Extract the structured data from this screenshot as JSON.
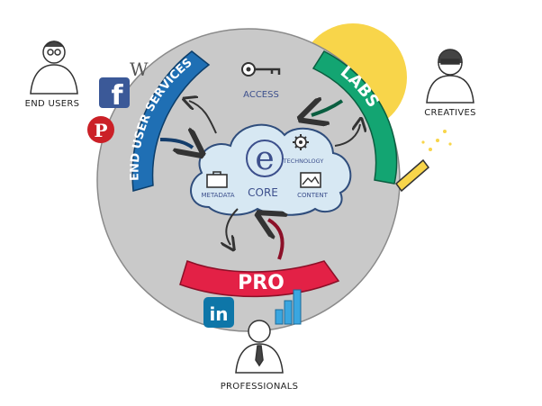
{
  "title": "",
  "core": {
    "label": "CORE",
    "letter": "e"
  },
  "cloud_items": {
    "metadata": "METADATA",
    "technology": "TECHNOLOGY",
    "content": "CONTENT"
  },
  "access": {
    "label": "ACCESS"
  },
  "bands": {
    "end_user_services": "END USER SERVICES",
    "labs": "LABS",
    "pro": "PRO"
  },
  "audiences": {
    "end_users": "END USERS",
    "creatives": "CREATIVES",
    "professionals": "PROFESSIONALS"
  },
  "logos": {
    "wikipedia": "W",
    "facebook": "f",
    "pinterest": "P",
    "linkedin": "in"
  },
  "colors": {
    "circle": "#c9c9c9",
    "cloud": "#d7e8f3",
    "blue_band": "#1f6fb4",
    "green_band": "#13a572",
    "red_band": "#e32146",
    "sun": "#f8d54a",
    "facebook": "#3b5998",
    "pinterest": "#cb2027",
    "linkedin": "#0e76a8",
    "chart": "#3aa6e0"
  },
  "icons": [
    "key-icon",
    "gear-icon",
    "briefcase-icon",
    "image-icon",
    "bar-chart-icon",
    "test-tube-icon"
  ]
}
